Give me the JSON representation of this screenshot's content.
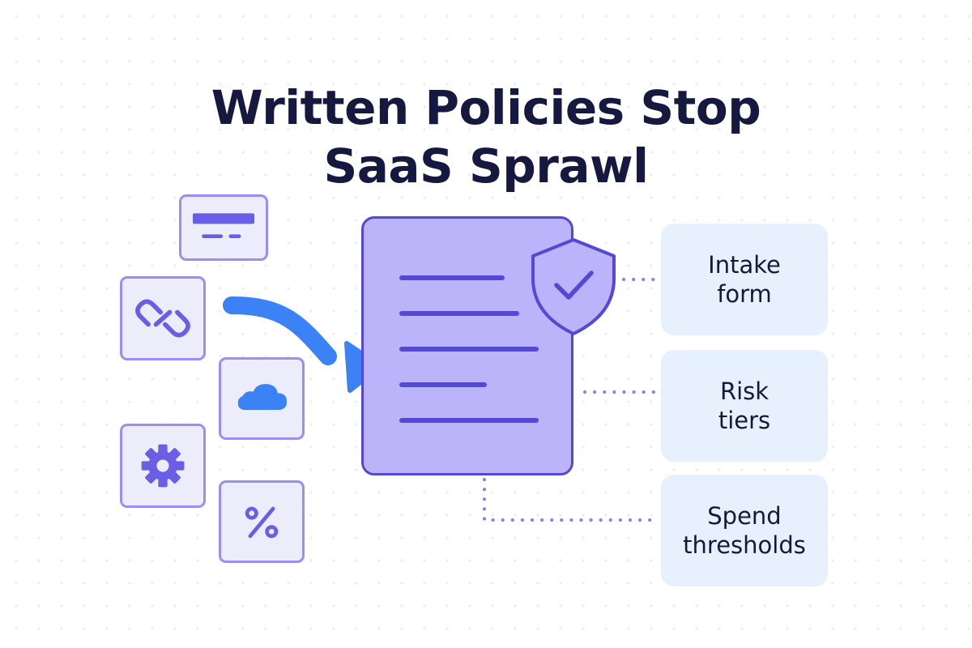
{
  "title": {
    "line1": "Written Policies Stop",
    "line2": "SaaS Sprawl"
  },
  "icons": [
    "credit-card",
    "link",
    "cloud",
    "gear",
    "percent"
  ],
  "colors": {
    "title": "#15193f",
    "tile_fill": "#ececfb",
    "tile_border": "#9a8ef0",
    "icon": "#6a5ee6",
    "cloud": "#3b82f6",
    "arrow": "#3b82f6",
    "document_fill": "#bcb4fb",
    "document_line": "#5548d4",
    "shield": "#5548d4",
    "connector": "#8a7cf0",
    "card_fill": "#e6f1fd"
  },
  "policies": [
    {
      "line1": "Intake",
      "line2": "form"
    },
    {
      "line1": "Risk",
      "line2": "tiers"
    },
    {
      "line1": "Spend",
      "line2": "thresholds"
    }
  ]
}
